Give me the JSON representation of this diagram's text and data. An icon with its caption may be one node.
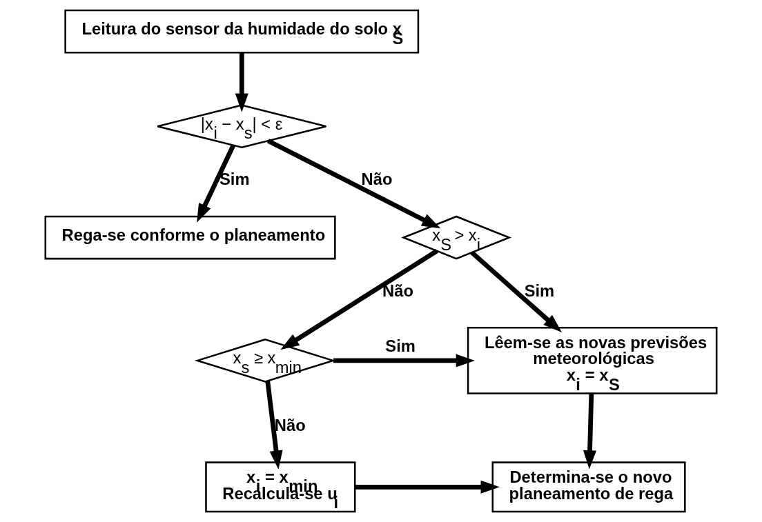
{
  "diagram": {
    "nodes": [
      {
        "text": [
          "Leitura do sensor da humidade do solo x$_{S}$"
        ]
      },
      {
        "text": [
          "|x$_{i}$ − x$_{s}$| < ε"
        ]
      },
      {
        "text": [
          "Rega-se conforme o planeamento"
        ]
      },
      {
        "text": [
          "x$_{S}$ > x$_{i}$"
        ]
      },
      {
        "text": [
          "Lêem-se as novas previsões meteorológicas",
          "x$_{i}$ = x$_{S}$"
        ]
      },
      {
        "text": [
          "x$_{s}$ ≥ x$_{min}$"
        ]
      },
      {
        "text": [
          "Determina-se o novo planeamento de rega"
        ]
      },
      {
        "text": [
          "x$_{i}$ = x$_{min}$",
          "Recalcula-se u$_{i}$"
        ]
      }
    ],
    "edges": [
      {
        "from": 0,
        "to": 1,
        "arrow": "to"
      },
      {
        "from": 1,
        "to": 2,
        "arrow": "to",
        "label": "Sim"
      },
      {
        "from": 1,
        "to": 3,
        "arrow": "to",
        "label": "Não"
      },
      {
        "from": 3,
        "to": 4,
        "arrow": "to",
        "label": "Sim"
      },
      {
        "from": 3,
        "to": 5,
        "arrow": "to",
        "label": "Não"
      },
      {
        "from": 5,
        "to": 4,
        "arrow": "to",
        "label": "Sim"
      },
      {
        "from": 5,
        "to": 7,
        "arrow": "to",
        "label": "Não"
      },
      {
        "from": 4,
        "to": 6,
        "arrow": "to"
      },
      {
        "from": 7,
        "to": 6,
        "arrow": "to"
      }
    ]
  }
}
